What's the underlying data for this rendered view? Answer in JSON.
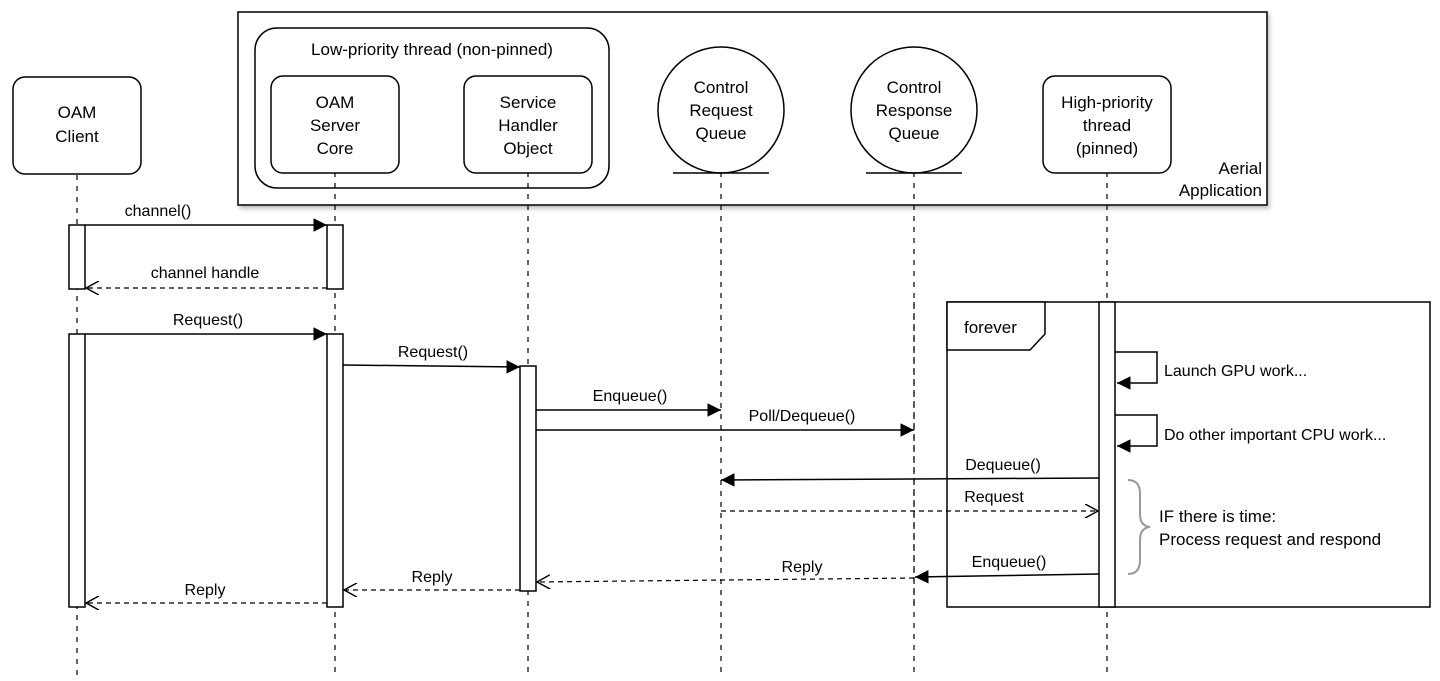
{
  "frame": {
    "title": "Aerial Application",
    "title_lines": [
      "Aerial",
      "Application"
    ]
  },
  "group": {
    "label": "Low-priority thread (non-pinned)"
  },
  "participants": [
    {
      "key": "oam_client",
      "lines": [
        "OAM",
        "Client"
      ]
    },
    {
      "key": "oam_server_core",
      "lines": [
        "OAM",
        "Server",
        "Core"
      ]
    },
    {
      "key": "service_handler_object",
      "lines": [
        "Service",
        "Handler",
        "Object"
      ]
    },
    {
      "key": "control_request_queue",
      "lines": [
        "Control",
        "Request",
        "Queue"
      ]
    },
    {
      "key": "control_response_queue",
      "lines": [
        "Control",
        "Response",
        "Queue"
      ]
    },
    {
      "key": "high_priority_thread",
      "lines": [
        "High-priority",
        "thread",
        "(pinned)"
      ]
    }
  ],
  "loop": {
    "label": "forever"
  },
  "messages": [
    {
      "key": "channel",
      "label": "channel()"
    },
    {
      "key": "channel_handle",
      "label": "channel handle"
    },
    {
      "key": "request_1",
      "label": "Request()"
    },
    {
      "key": "request_2",
      "label": "Request()"
    },
    {
      "key": "enqueue_1",
      "label": "Enqueue()"
    },
    {
      "key": "poll_dequeue",
      "label": "Poll/Dequeue()"
    },
    {
      "key": "launch_gpu",
      "label": "Launch GPU work..."
    },
    {
      "key": "other_cpu",
      "label": "Do other important CPU work..."
    },
    {
      "key": "dequeue",
      "label": "Dequeue()"
    },
    {
      "key": "request_3",
      "label": "Request"
    },
    {
      "key": "enqueue_2",
      "label": "Enqueue()"
    },
    {
      "key": "reply_queue",
      "label": "Reply"
    },
    {
      "key": "reply_handler",
      "label": "Reply"
    },
    {
      "key": "reply_client",
      "label": "Reply"
    }
  ],
  "note": {
    "lines": [
      "IF there is time:",
      "Process request and respond"
    ]
  }
}
